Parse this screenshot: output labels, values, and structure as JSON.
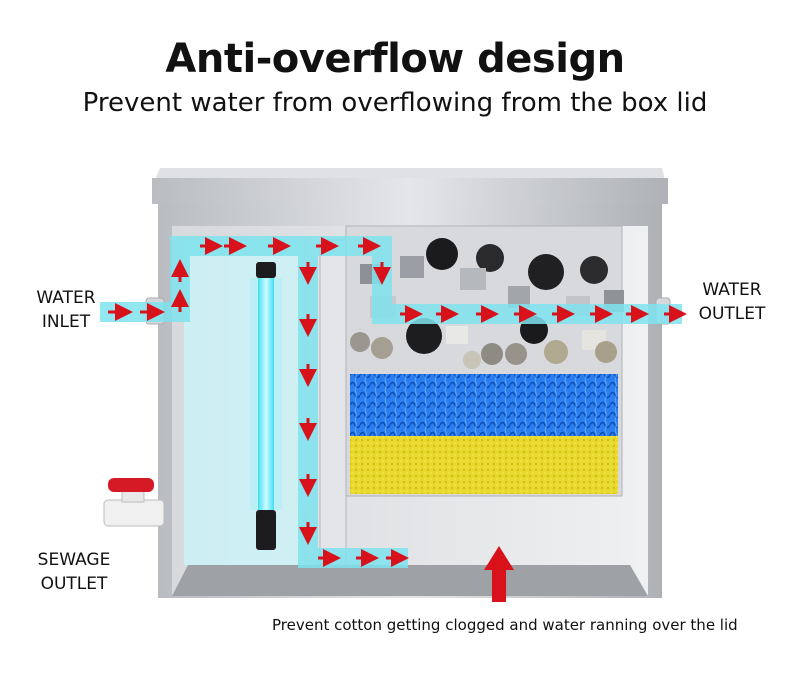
{
  "header": {
    "title": "Anti-overflow design",
    "subtitle": "Prevent water from overflowing from the box lid"
  },
  "labels": {
    "water_inlet": [
      "WATER",
      "INLET"
    ],
    "water_outlet": [
      "WATER",
      "OUTLET"
    ],
    "sewage_outlet": [
      "SEWAGE",
      "OUTLET"
    ]
  },
  "note": "Prevent cotton getting clogged and water ranning over the lid",
  "colors": {
    "flow_channel": "#7fe3ee",
    "arrow": "#d8121b",
    "uv_glow": "#5cf2ff",
    "filter_sponge_blue": "#1d6fe0",
    "filter_sponge_yellow": "#e6d628",
    "steel": "#c9ccd0"
  }
}
